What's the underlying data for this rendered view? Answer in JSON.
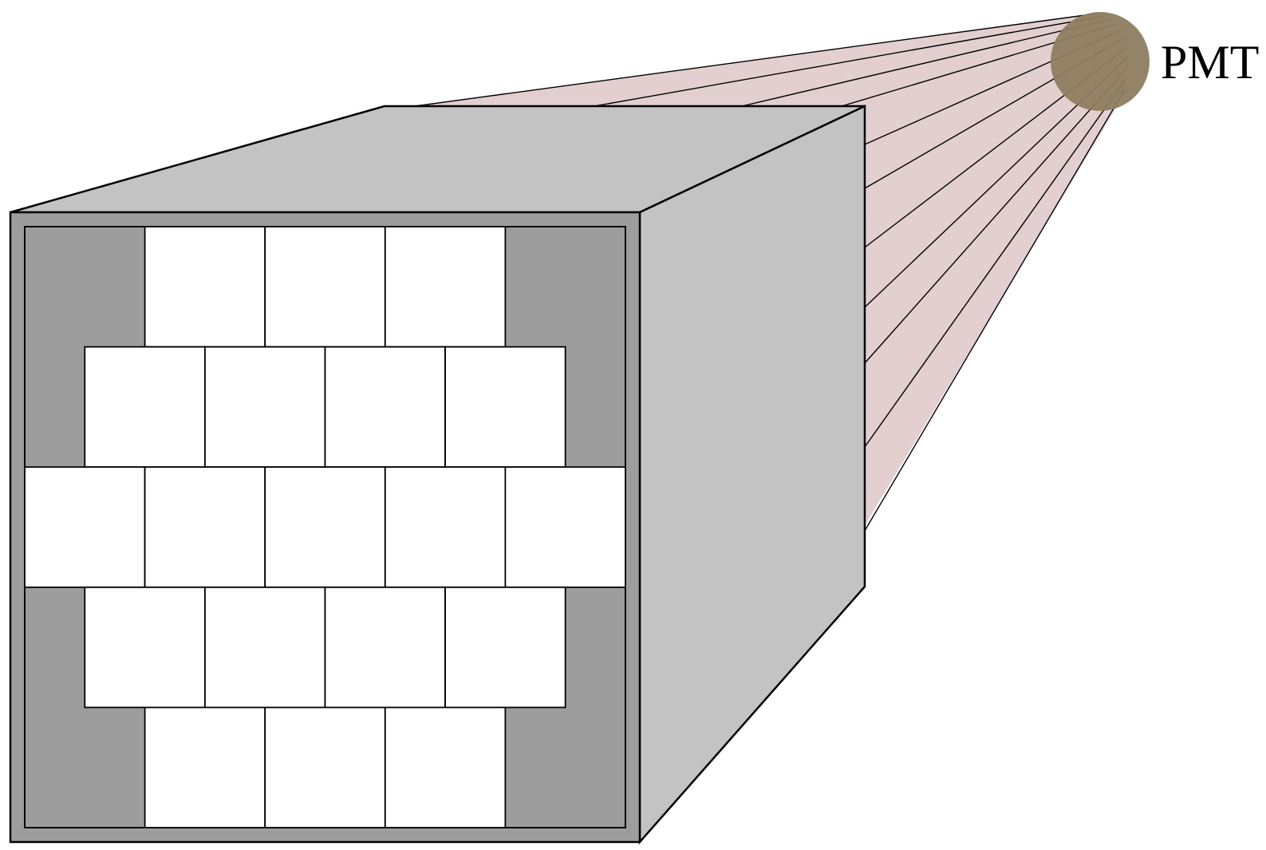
{
  "pmt": {
    "label": "PMT"
  },
  "layout_rows": [
    {
      "offset_half": 1,
      "count": 3
    },
    {
      "offset_half": 0.5,
      "count": 4
    },
    {
      "offset_half": 0,
      "count": 5
    },
    {
      "offset_half": 0.5,
      "count": 4
    },
    {
      "offset_half": 1,
      "count": 3
    }
  ],
  "colors": {
    "light_guide_fill": "#e3cfcf",
    "pmt_fill": "#8e7d5f",
    "box_top": "#c3c3c3",
    "box_side": "#c3c3c3",
    "box_frame": "#9d9d9d",
    "crystal_fill": "#ffffff",
    "outline": "#000000"
  }
}
